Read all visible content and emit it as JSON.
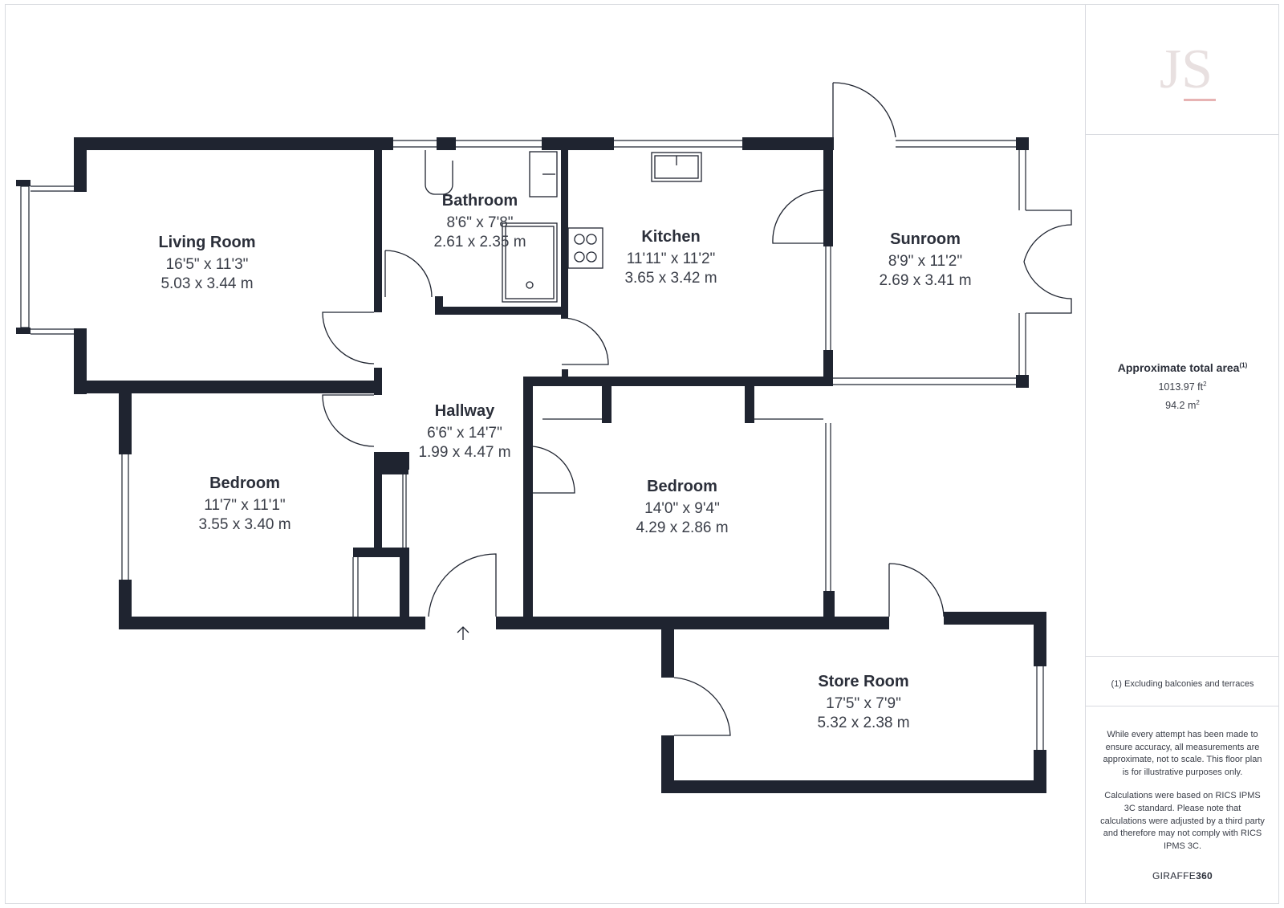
{
  "rooms": [
    {
      "key": "living",
      "name": "Living Room",
      "imperial": "16'5\" x 11'3\"",
      "metric": "5.03 x 3.44 m"
    },
    {
      "key": "bathroom",
      "name": "Bathroom",
      "imperial": "8'6\" x 7'8\"",
      "metric": "2.61 x 2.35 m"
    },
    {
      "key": "kitchen",
      "name": "Kitchen",
      "imperial": "11'11\" x 11'2\"",
      "metric": "3.65 x 3.42 m"
    },
    {
      "key": "sunroom",
      "name": "Sunroom",
      "imperial": "8'9\" x 11'2\"",
      "metric": "2.69 x 3.41 m"
    },
    {
      "key": "hallway",
      "name": "Hallway",
      "imperial": "6'6\" x 14'7\"",
      "metric": "1.99 x 4.47 m"
    },
    {
      "key": "bedroom1",
      "name": "Bedroom",
      "imperial": "11'7\" x 11'1\"",
      "metric": "3.55 x 3.40 m"
    },
    {
      "key": "bedroom2",
      "name": "Bedroom",
      "imperial": "14'0\" x 9'4\"",
      "metric": "4.29 x 2.86 m"
    },
    {
      "key": "store",
      "name": "Store Room",
      "imperial": "17'5\" x 7'9\"",
      "metric": "5.32 x 2.38 m"
    }
  ],
  "summary": {
    "area_title": "Approximate total area",
    "area_note_marker": "(1)",
    "area_sqft": "1013.97 ft",
    "area_sqm": "94.2 m",
    "unit_superscript": "2",
    "footnote": "(1) Excluding balconies and terraces",
    "disclaimer_1": "While every attempt has been made to ensure accuracy, all measurements are approximate, not to scale. This floor plan is for illustrative purposes only.",
    "disclaimer_2": "Calculations were based on RICS IPMS 3C standard. Please note that calculations were adjusted by a third party and therefore may not comply with RICS IPMS 3C.",
    "brand_prefix": "GIRAFFE",
    "brand_suffix": "360"
  },
  "logo": {
    "icon": "js-monogram-icon",
    "text": "JS"
  },
  "colors": {
    "wall": "#1f2430",
    "text": "#2b2f3a",
    "logo": "#e8e0e0",
    "logo_accent": "#e7b3b3"
  }
}
